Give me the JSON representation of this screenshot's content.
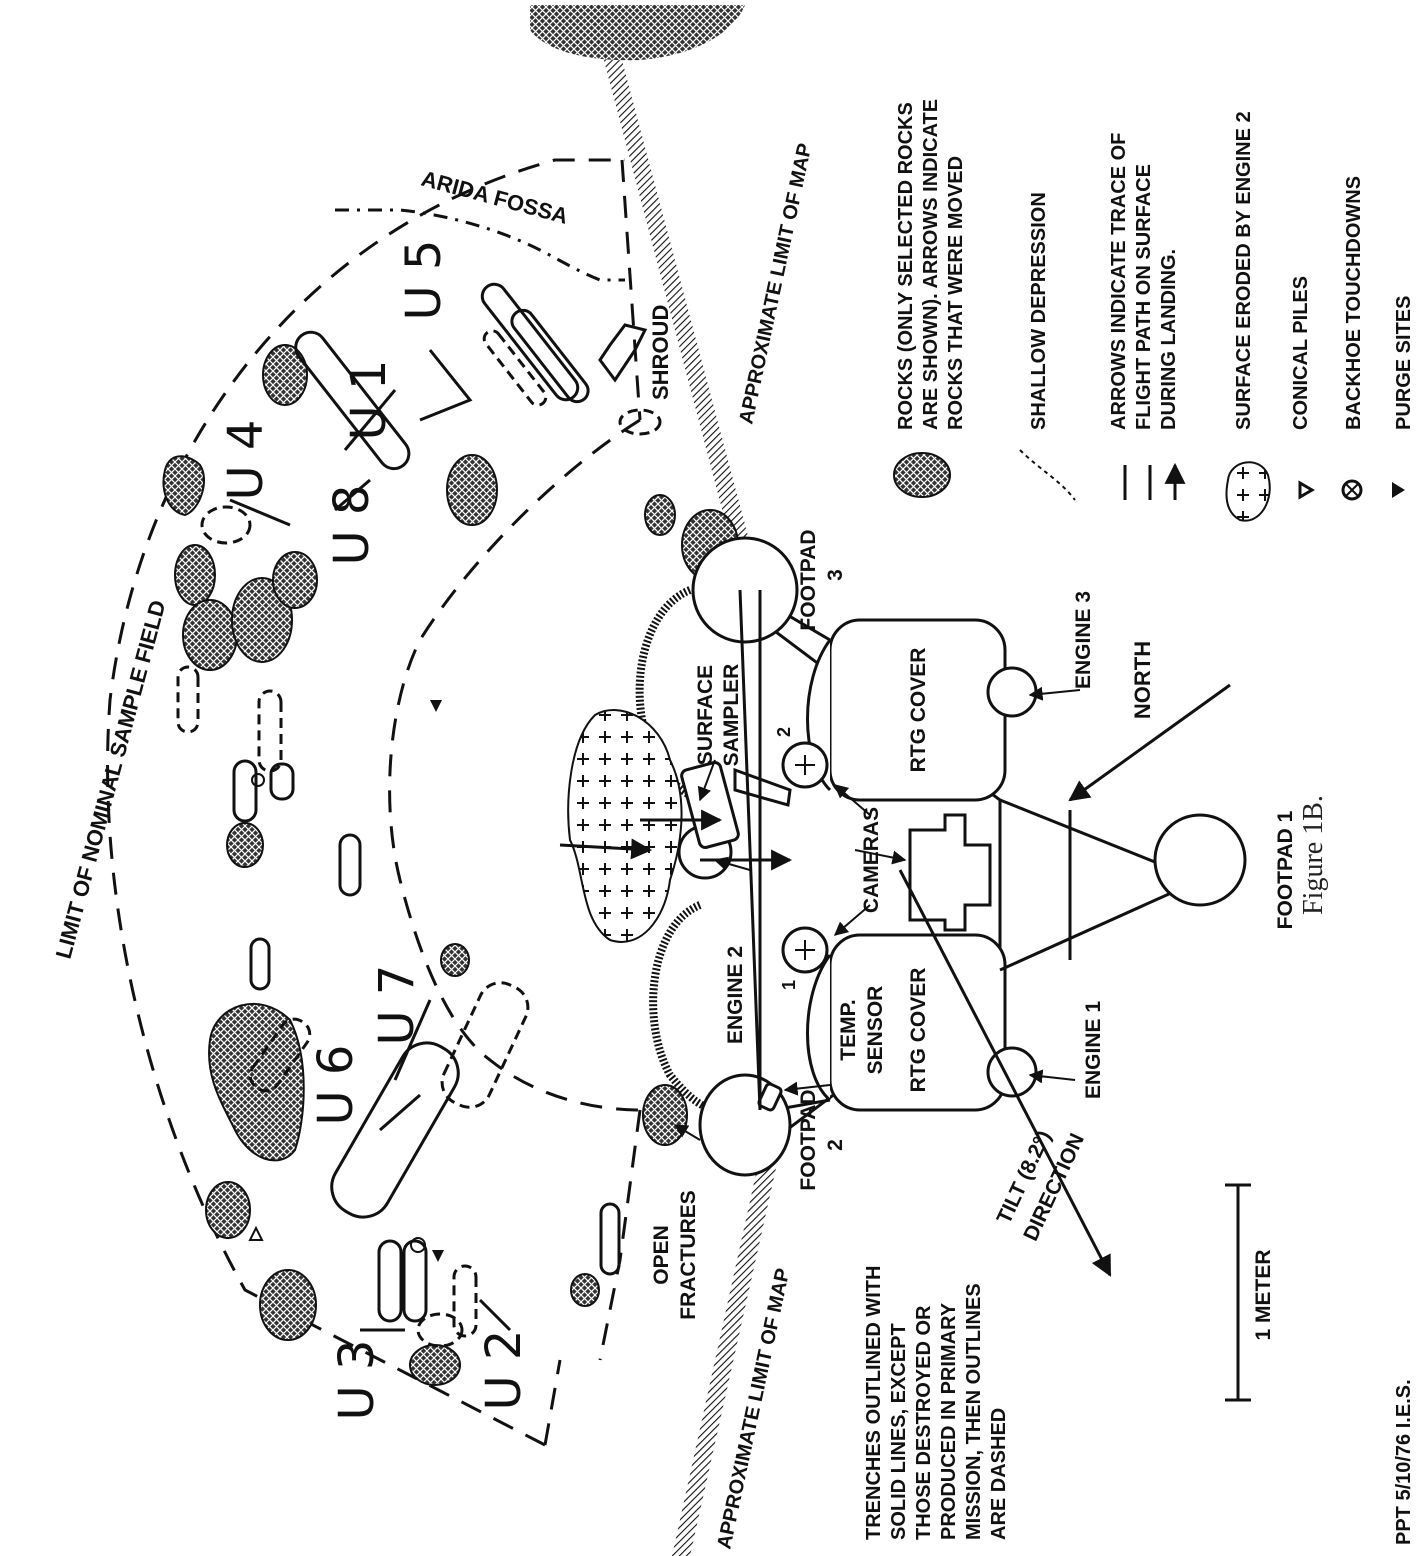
{
  "labels": {
    "limit_sample_field": "LIMIT OF NOMINAL SAMPLE FIELD",
    "arida_fossa": "ARIDA FOSSA",
    "shroud": "SHROUD",
    "approx_limit_top": "APPROXIMATE LIMIT OF MAP",
    "approx_limit_bottom": "APPROXIMATE LIMIT OF MAP",
    "footpad1": "FOOTPAD 1",
    "footpad2": "FOOTPAD",
    "footpad2_num": "2",
    "footpad3": "FOOTPAD",
    "footpad3_num": "3",
    "engine1": "ENGINE 1",
    "engine2": "ENGINE 2",
    "engine3": "ENGINE 3",
    "surface_sampler_1": "SURFACE",
    "surface_sampler_2": "SAMPLER",
    "rtg_cover": "RTG COVER",
    "temp_sensor_1": "TEMP.",
    "temp_sensor_2": "SENSOR",
    "cameras": "CAMERAS",
    "camera1": "1",
    "camera2": "2",
    "north": "NORTH",
    "tilt_1": "TILT (8.2°)",
    "tilt_2": "DIRECTION",
    "open_fractures_1": "OPEN",
    "open_fractures_2": "FRACTURES",
    "scale": "1 METER",
    "caption": "Figure 1B.",
    "footer": "PPT 5/10/76  I.E.S."
  },
  "trenches": [
    "U 1",
    "U 2",
    "U 3",
    "U 4",
    "U 5",
    "U 6",
    "U 7",
    "U 8"
  ],
  "note": [
    "TRENCHES OUTLINED WITH",
    "SOLID LINES, EXCEPT",
    "THOSE DESTROYED OR",
    "PRODUCED IN PRIMARY",
    "MISSION, THEN OUTLINES",
    "ARE DASHED"
  ],
  "legend": [
    {
      "icon": "rock-icon",
      "lines": [
        "ROCKS (ONLY SELECTED ROCKS",
        "ARE SHOWN). ARROWS INDICATE",
        "ROCKS THAT WERE MOVED"
      ]
    },
    {
      "icon": "depression-icon",
      "lines": [
        "SHALLOW DEPRESSION"
      ]
    },
    {
      "icon": "arrow-icon",
      "lines": [
        "ARROWS INDICATE TRACE OF",
        "FLIGHT PATH ON SURFACE",
        "DURING LANDING."
      ]
    },
    {
      "icon": "eroded-icon",
      "lines": [
        "SURFACE ERODED BY ENGINE 2"
      ]
    },
    {
      "icon": "triangle-icon",
      "lines": [
        "CONICAL PILES"
      ]
    },
    {
      "icon": "circle-x-icon",
      "lines": [
        "BACKHOE TOUCHDOWNS"
      ]
    },
    {
      "icon": "triangle-down-icon",
      "lines": [
        "PURGE SITES"
      ]
    }
  ]
}
